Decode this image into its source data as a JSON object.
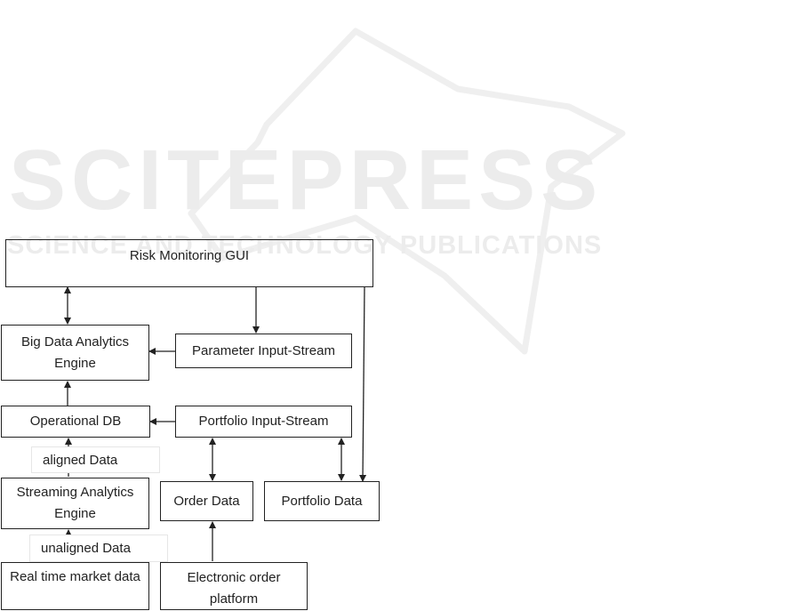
{
  "watermark": {
    "brand": "SCITEPRESS",
    "tagline": "SCIENCE AND TECHNOLOGY PUBLICATIONS"
  },
  "nodes": {
    "gui": "Risk Monitoring GUI",
    "bigdata": "Big Data Analytics Engine",
    "param": "Parameter Input-Stream",
    "opdb": "Operational DB",
    "portfolio_in": "Portfolio  Input-Stream",
    "streaming": "Streaming Analytics Engine",
    "order": "Order Data",
    "portfolio_data": "Portfolio Data",
    "realtime": "Real time market data",
    "electronic": "Electronic order platform"
  },
  "edge_labels": {
    "aligned": "aligned Data",
    "unaligned": "unaligned Data"
  },
  "colors": {
    "line": "#222222",
    "watermark": "#ececec"
  }
}
